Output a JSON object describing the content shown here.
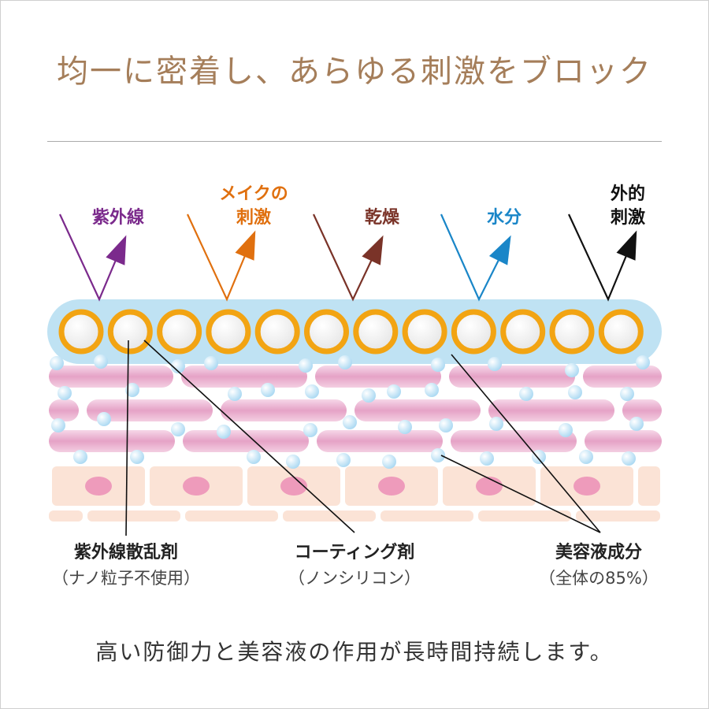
{
  "headline": "均一に密着し、あらゆる刺激をブロック",
  "stimuli": [
    {
      "line1": "紫外線",
      "line2": "",
      "color": "#7b2a8c"
    },
    {
      "line1": "メイクの",
      "line2": "刺激",
      "color": "#e0700f"
    },
    {
      "line1": "乾燥",
      "line2": "",
      "color": "#7a3328"
    },
    {
      "line1": "水分",
      "line2": "",
      "color": "#1a86c8"
    },
    {
      "line1": "外的",
      "line2": "刺激",
      "color": "#111111"
    }
  ],
  "callouts": [
    {
      "main": "紫外線散乱剤",
      "sub": "（ナノ粒子不使用）"
    },
    {
      "main": "コーティング剤",
      "sub": "（ノンシリコン）"
    },
    {
      "main": "美容液成分",
      "sub": "（全体の85%）"
    }
  ],
  "footer": "高い防御力と美容液の作用が長時間持続します。",
  "colors": {
    "headline": "#a57e5a",
    "coating_band": "#bfe2f3",
    "particle_ring": "#f2a413",
    "skin_cells": "#e7a3c7",
    "basal_cells": "#fbe3d6",
    "nucleus": "#ee9bbb",
    "droplets": "#c7e7f8"
  }
}
